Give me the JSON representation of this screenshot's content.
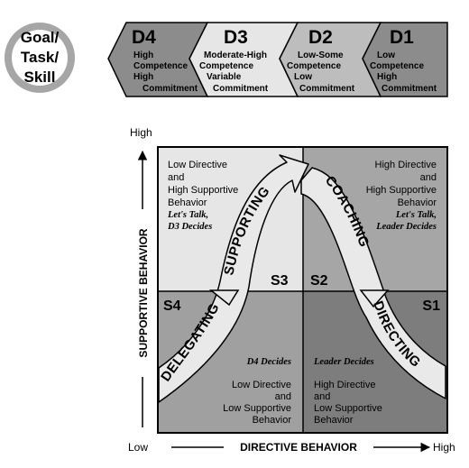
{
  "goal_badge": {
    "line1": "Goal/",
    "line2": "Task/",
    "line3": "Skill"
  },
  "development_levels": [
    {
      "code": "D4",
      "line1": "High",
      "line2": "Competence",
      "line3": "High",
      "line4": "Commitment"
    },
    {
      "code": "D3",
      "line1": "Moderate-High",
      "line2": "Competence",
      "line3": "Variable",
      "line4": "Commitment"
    },
    {
      "code": "D2",
      "line1": "Low-Some",
      "line2": "Competence",
      "line3": "Low",
      "line4": "Commitment"
    },
    {
      "code": "D1",
      "line1": "Low",
      "line2": "Competence",
      "line3": "High",
      "line4": "Commitment"
    }
  ],
  "axes": {
    "y_high": "High",
    "y_label": "SUPPORTIVE BEHAVIOR",
    "x_low": "Low",
    "x_label": "DIRECTIVE BEHAVIOR",
    "x_high": "High"
  },
  "quadrants": {
    "s3": {
      "code": "S3",
      "line1": "Low Directive",
      "line2": "and",
      "line3": "High Supportive",
      "line4": "Behavior",
      "decision1": "Let's Talk,",
      "decision2": "D3 Decides"
    },
    "s2": {
      "code": "S2",
      "line1": "High Directive",
      "line2": "and",
      "line3": "High Supportive",
      "line4": "Behavior",
      "decision1": "Let's Talk,",
      "decision2": "Leader Decides"
    },
    "s4": {
      "code": "S4",
      "decision": "D4 Decides",
      "line1": "Low Directive",
      "line2": "and",
      "line3": "Low Supportive",
      "line4": "Behavior"
    },
    "s1": {
      "code": "S1",
      "decision": "Leader Decides",
      "line1": "High Directive",
      "line2": "and",
      "line3": "Low Supportive",
      "line4": "Behavior"
    }
  },
  "curve_labels": {
    "delegating": "DELEGATING",
    "supporting": "SUPPORTING",
    "coaching": "COACHING",
    "directing": "DIRECTING"
  },
  "colors": {
    "s3_fill": "#e6e6e6",
    "s2_fill": "#a6a6a6",
    "s4_fill": "#a0a0a0",
    "s1_fill": "#7d7d7d",
    "curve_fill": "#e9e9e9",
    "badge_ring": "#a6a6a6",
    "d4_fill": "#8c8c8c",
    "d3_fill": "#e6e6e6",
    "d2_fill": "#bdbdbd",
    "d1_fill": "#8c8c8c"
  }
}
